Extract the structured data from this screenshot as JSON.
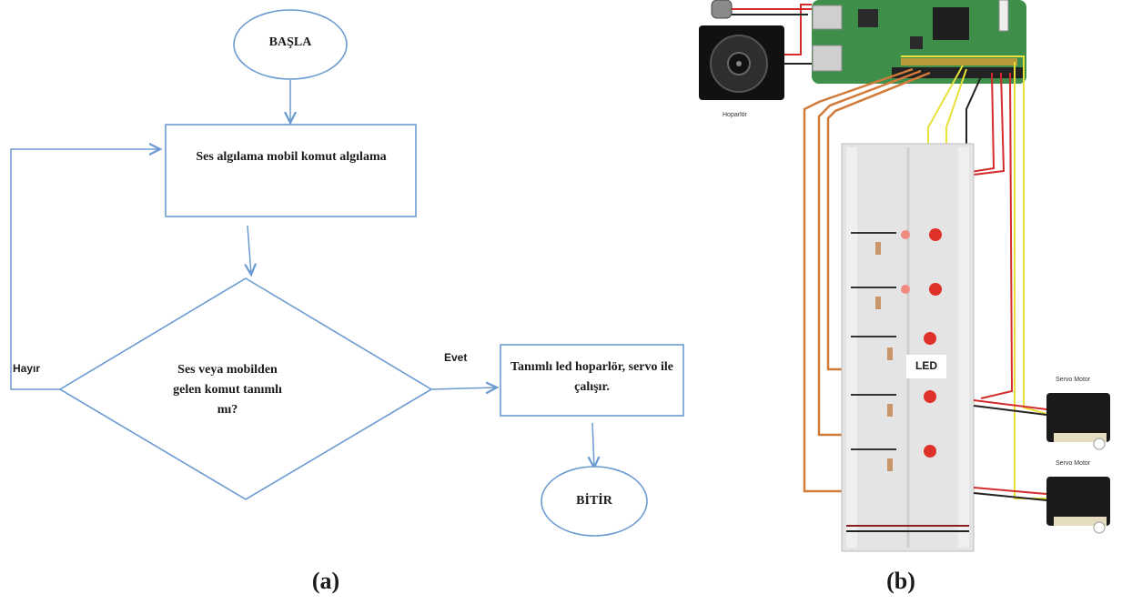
{
  "flowchart": {
    "start": "BAŞLA",
    "process": "Ses algılama mobil komut algılama",
    "decision": "Ses veya mobilden gelen komut tanımlı mı?",
    "yes_label": "Evet",
    "no_label": "Hayır",
    "action": "Tanımlı led hoparlör, servo ile çalışır.",
    "end": "BİTİR"
  },
  "circuit": {
    "speaker_label": "Hoparlör",
    "led_label": "LED",
    "servo1_label": "Servo Motor",
    "servo2_label": "Servo Motor"
  },
  "captions": {
    "a": "(a)",
    "b": "(b)"
  },
  "colors": {
    "flow_line": "#6b9bd1",
    "pcb": "#3f8f4a",
    "wire_red": "#d42b2b",
    "wire_yellow": "#e8e13a",
    "wire_orange": "#d27a3a",
    "wire_black": "#222222",
    "led": "#e0302a"
  }
}
